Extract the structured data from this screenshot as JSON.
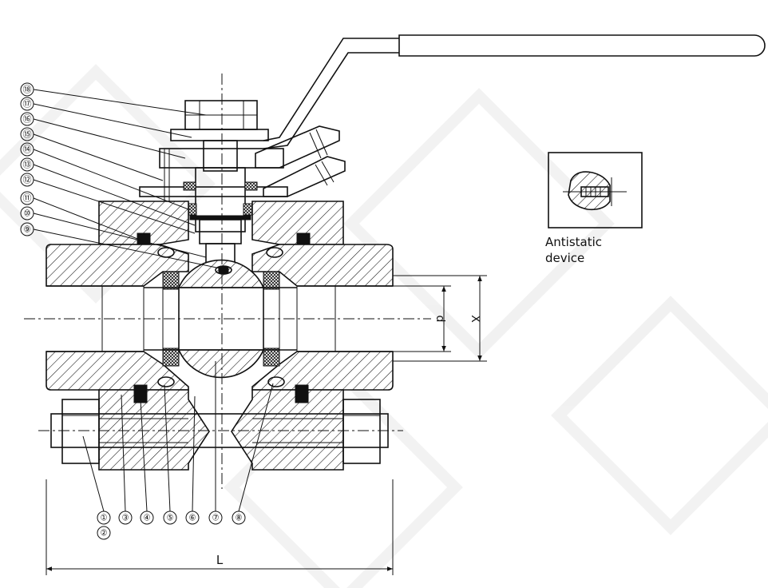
{
  "antistatic": {
    "line1": "Antistatic",
    "line2": "device"
  },
  "dimensions": {
    "length": "L",
    "bore": "d",
    "x": "X"
  },
  "top_callouts": [
    "⑱",
    "⑰",
    "⑯",
    "⑮",
    "⑭",
    "⑬",
    "⑫",
    "⑪",
    "⑩",
    "⑨"
  ],
  "bottom_callouts": [
    "①",
    "②",
    "③",
    "④",
    "⑤",
    "⑥",
    "⑦",
    "⑧"
  ]
}
